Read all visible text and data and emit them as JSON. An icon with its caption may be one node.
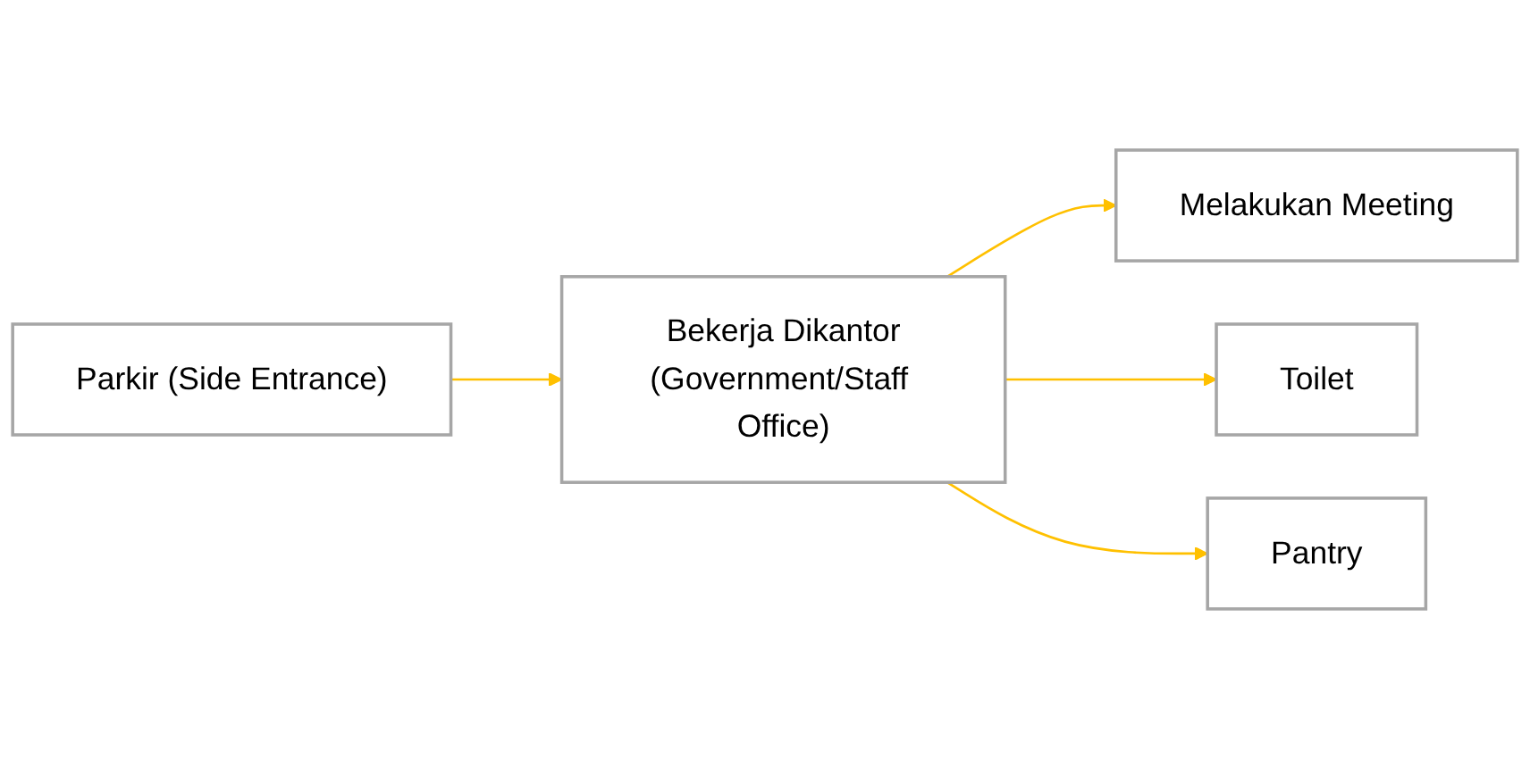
{
  "diagram": {
    "nodes": [
      {
        "text": [
          "Parkir (Side Entrance)"
        ]
      },
      {
        "text": [
          "Bekerja Dikantor",
          "(Government/Staff Office)"
        ]
      },
      {
        "text": [
          "Melakukan Meeting"
        ]
      },
      {
        "text": [
          "Toilet"
        ]
      },
      {
        "text": [
          "Pantry"
        ]
      }
    ],
    "edges": [
      {
        "from": 0,
        "to": 1,
        "arrow": "to"
      },
      {
        "from": 1,
        "to": 2,
        "arrow": "to"
      },
      {
        "from": 1,
        "to": 3,
        "arrow": "to"
      },
      {
        "from": 1,
        "to": 4,
        "arrow": "to"
      }
    ]
  }
}
